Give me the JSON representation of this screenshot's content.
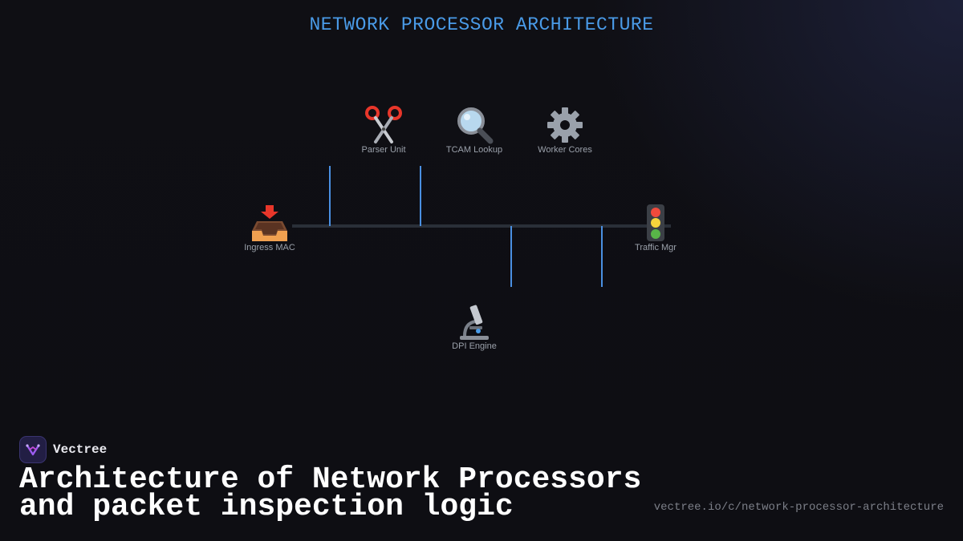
{
  "diagram": {
    "title": "NETWORK PROCESSOR ARCHITECTURE",
    "nodes": [
      {
        "id": "ingress",
        "label": "Ingress MAC",
        "icon": "inbox-tray-icon"
      },
      {
        "id": "parser",
        "label": "Parser Unit",
        "icon": "scissors-icon"
      },
      {
        "id": "tcam",
        "label": "TCAM Lookup",
        "icon": "magnifying-glass-icon"
      },
      {
        "id": "workers",
        "label": "Worker Cores",
        "icon": "gear-icon"
      },
      {
        "id": "dpi",
        "label": "DPI Engine",
        "icon": "microscope-icon"
      },
      {
        "id": "traffic",
        "label": "Traffic Mgr",
        "icon": "traffic-light-icon"
      }
    ],
    "colors": {
      "title": "#4a9be8",
      "connector": "#4a90e2",
      "bus": "#2a2f38",
      "label": "#9aa0aa"
    }
  },
  "brand": {
    "name": "Vectree",
    "logo_icon": "vectree-logo-icon"
  },
  "headline": {
    "line1": "Architecture of Network Processors",
    "line2": "and packet inspection logic"
  },
  "url": "vectree.io/c/network-processor-architecture"
}
